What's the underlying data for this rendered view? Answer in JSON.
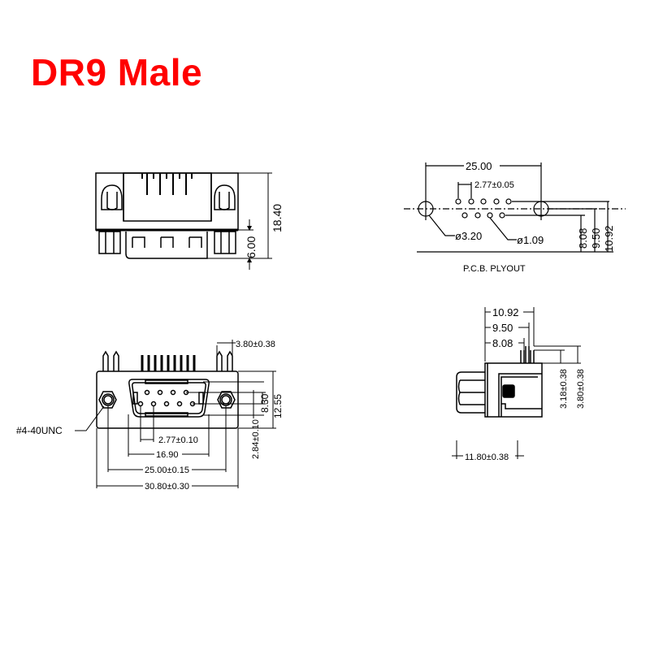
{
  "title": "DR9 Male",
  "title_color": "#ff0000",
  "views": {
    "top_view": {
      "dims": {
        "height": "18.40",
        "shell_depth": "6.00"
      }
    },
    "pcb_layout": {
      "label": "P.C.B.  PLYOUT",
      "dims": {
        "mount_hole_spacing": "25.00",
        "pin_pitch": "2.77±0.05",
        "mount_hole_dia": "ø3.20",
        "pin_hole_dia": "ø1.09",
        "row2_offset": "8.08",
        "row1_offset": "9.50",
        "hole_offset": "10.92"
      }
    },
    "front_view": {
      "thread_label": "#4-40UNC",
      "dims": {
        "bracket_pin_width": "3.80±0.38",
        "row_spacing": "8.30",
        "face_height": "12.55",
        "pin_row_offset": "2.84±0.10",
        "pin_pitch": "2.77±0.10",
        "shell_width": "16.90",
        "mount_hole_spacing": "25.00±0.15",
        "flange_width": "30.80±0.30"
      }
    },
    "side_view": {
      "dims": {
        "offset_1": "10.92",
        "offset_2": "9.50",
        "offset_3": "8.08",
        "pin_len_1": "3.18±0.38",
        "pin_len_2": "3.80±0.38",
        "body_depth": "11.80±0.38"
      }
    }
  }
}
